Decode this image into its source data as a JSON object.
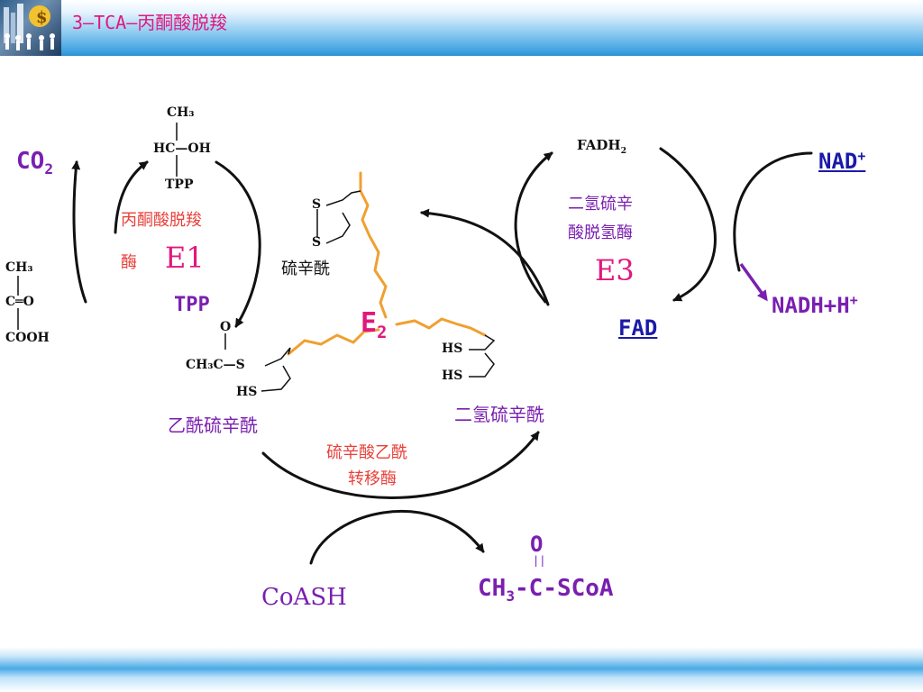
{
  "title": "3—TCA—丙酮酸脱羧",
  "labels": {
    "co2": "CO",
    "co2_sub": "2",
    "e1_enzyme_line1": "丙酮酸脱羧",
    "e1_enzyme_line2": "酶",
    "e1": "E1",
    "tpp": "TPP",
    "lipoyl": "硫辛酰",
    "e2": "E",
    "e2_sub": "2",
    "e3_enzyme_line1": "二氢硫辛",
    "e3_enzyme_line2": "酸脱氢酶",
    "e3": "E3",
    "nad": "NAD",
    "nad_sup": "+",
    "nadh": "NADH+H",
    "nadh_sup": "+",
    "fad": "FAD",
    "fadh2": "FADH",
    "fadh2_sub": "2",
    "acetyl_lipoyl": "乙酰硫辛酰",
    "dihydrolipoyl": "二氢硫辛酰",
    "e2_enzyme_line1": "硫辛酸乙酰",
    "e2_enzyme_line2": "转移酶",
    "coash": "CoASH",
    "acetylcoa_o": "O",
    "acetylcoa_db": "||",
    "acetylcoa_a": "CH",
    "acetylcoa_sub": "3",
    "acetylcoa_b": "-C-SCoA"
  },
  "structures": {
    "pyruvate_ch3": "CH₃",
    "pyruvate_co": "C═O",
    "pyruvate_cooh": "COOH",
    "htpp_ch3": "CH₃",
    "htpp_hc": "HC—OH",
    "htpp_tpp": "TPP",
    "lipo_s1": "S",
    "lipo_s2": "S",
    "acetyl_o": "O",
    "acetyl_main": "CH₃C—S",
    "acetyl_hs": "HS",
    "dihydro_hs1": "HS",
    "dihydro_hs2": "HS"
  },
  "colors": {
    "title": "#e0187e",
    "magenta": "#e0187e",
    "purple": "#7a1fb0",
    "blue": "#1a1aa8",
    "red_label": "#e8403a",
    "orange_line": "#f0a030",
    "arrow": "#111111"
  }
}
